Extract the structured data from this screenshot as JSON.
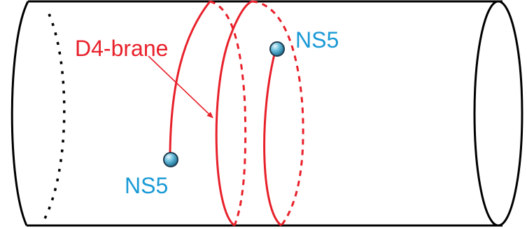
{
  "labels": {
    "d4_brane": "D4-brane",
    "ns5_left": "NS5",
    "ns5_right": "NS5"
  },
  "colors": {
    "outline": "#000000",
    "brane": "#e8202a",
    "ns5_text": "#1a9ad6",
    "node_fill": "#5fb6d6",
    "node_stroke": "#1f3b4d"
  }
}
